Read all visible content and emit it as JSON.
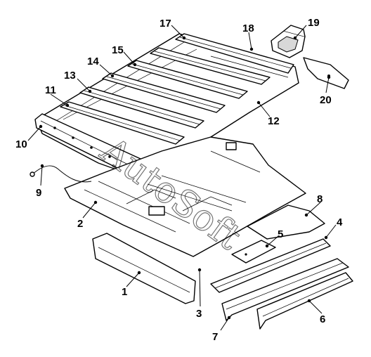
{
  "watermark": "AutoSoft",
  "callouts": [
    {
      "id": "1",
      "label": "1"
    },
    {
      "id": "2",
      "label": "2"
    },
    {
      "id": "3",
      "label": "3"
    },
    {
      "id": "4",
      "label": "4"
    },
    {
      "id": "5",
      "label": "5"
    },
    {
      "id": "6",
      "label": "6"
    },
    {
      "id": "7",
      "label": "7"
    },
    {
      "id": "8",
      "label": "8"
    },
    {
      "id": "9",
      "label": "9"
    },
    {
      "id": "10",
      "label": "10"
    },
    {
      "id": "11",
      "label": "11"
    },
    {
      "id": "12",
      "label": "12"
    },
    {
      "id": "13",
      "label": "13"
    },
    {
      "id": "14",
      "label": "14"
    },
    {
      "id": "15",
      "label": "15"
    },
    {
      "id": "17",
      "label": "17"
    },
    {
      "id": "18",
      "label": "18"
    },
    {
      "id": "19",
      "label": "19"
    },
    {
      "id": "20",
      "label": "20"
    }
  ]
}
